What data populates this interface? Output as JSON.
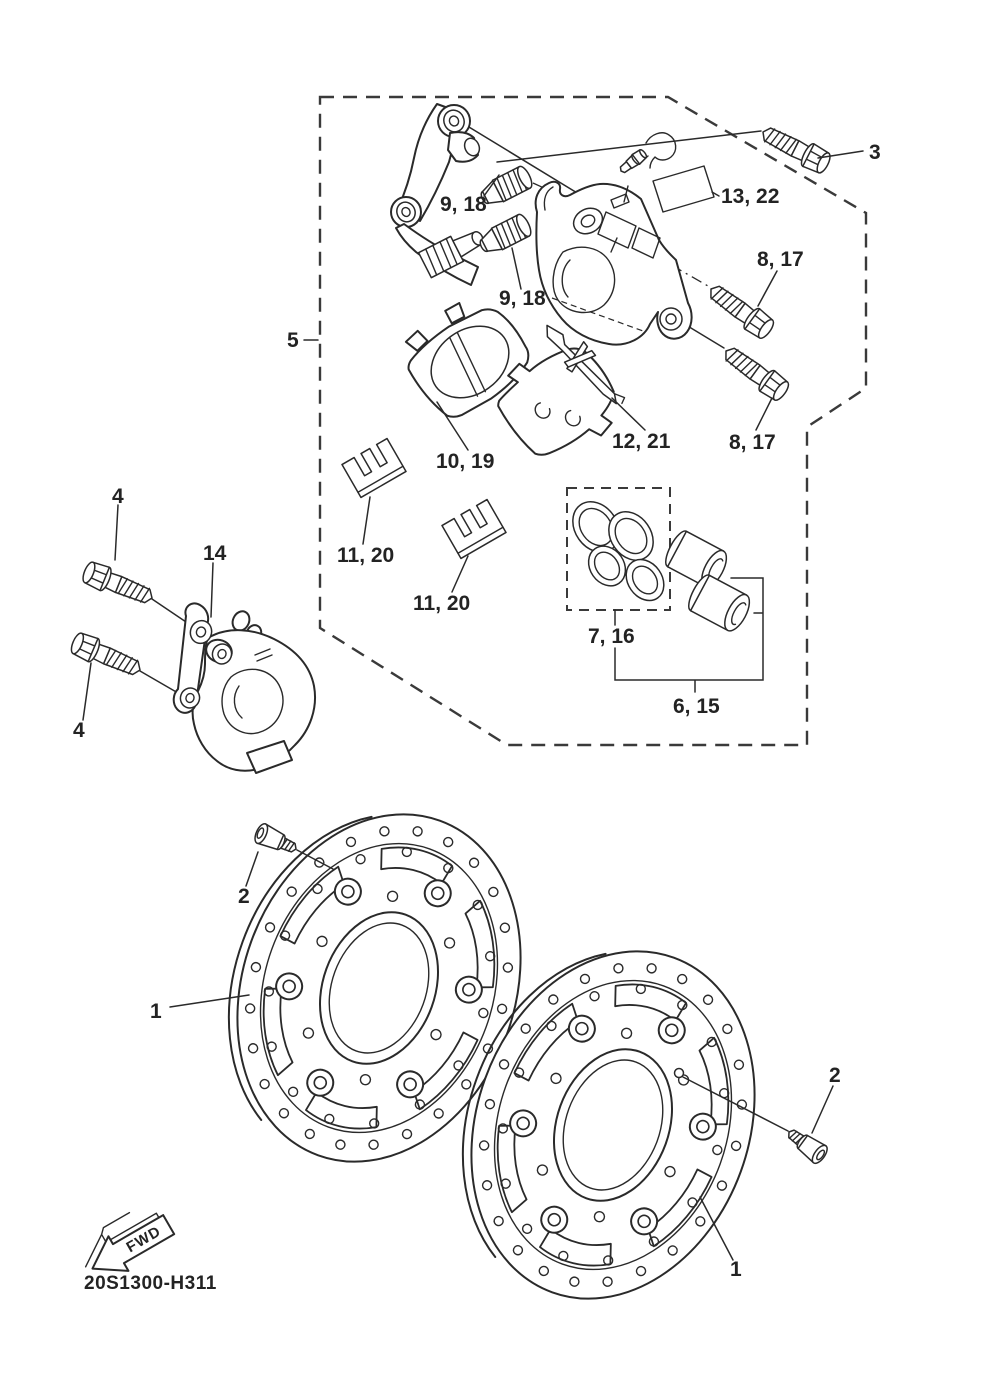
{
  "page": {
    "background": "#ffffff",
    "ink_color": "#2a2a2a",
    "drawing_number": "20S1300-H311",
    "fwd_label": "FWD"
  },
  "callouts": {
    "disc_left": "1",
    "disc_right": "1",
    "disc_bolt_left": "2",
    "disc_bolt_right": "2",
    "mount_bolt_upper": "3",
    "caliper_bolt_upper_left": "4",
    "caliper_bolt_lower_left": "4",
    "caliper_assembly_boundary": "5",
    "piston_set": "6, 15",
    "seal_kit": "7, 16",
    "pad_bolt_upper": "8, 17",
    "pad_bolt_lower": "8, 17",
    "boot_upper": "9, 18",
    "boot_lower": "9, 18",
    "brake_pad_kit": "10, 19",
    "pad_shim_upper": "11, 20",
    "pad_shim_lower": "11, 20",
    "pad_spring": "12, 21",
    "bleed_screw_kit": "13, 22",
    "caliper_left": "14"
  }
}
